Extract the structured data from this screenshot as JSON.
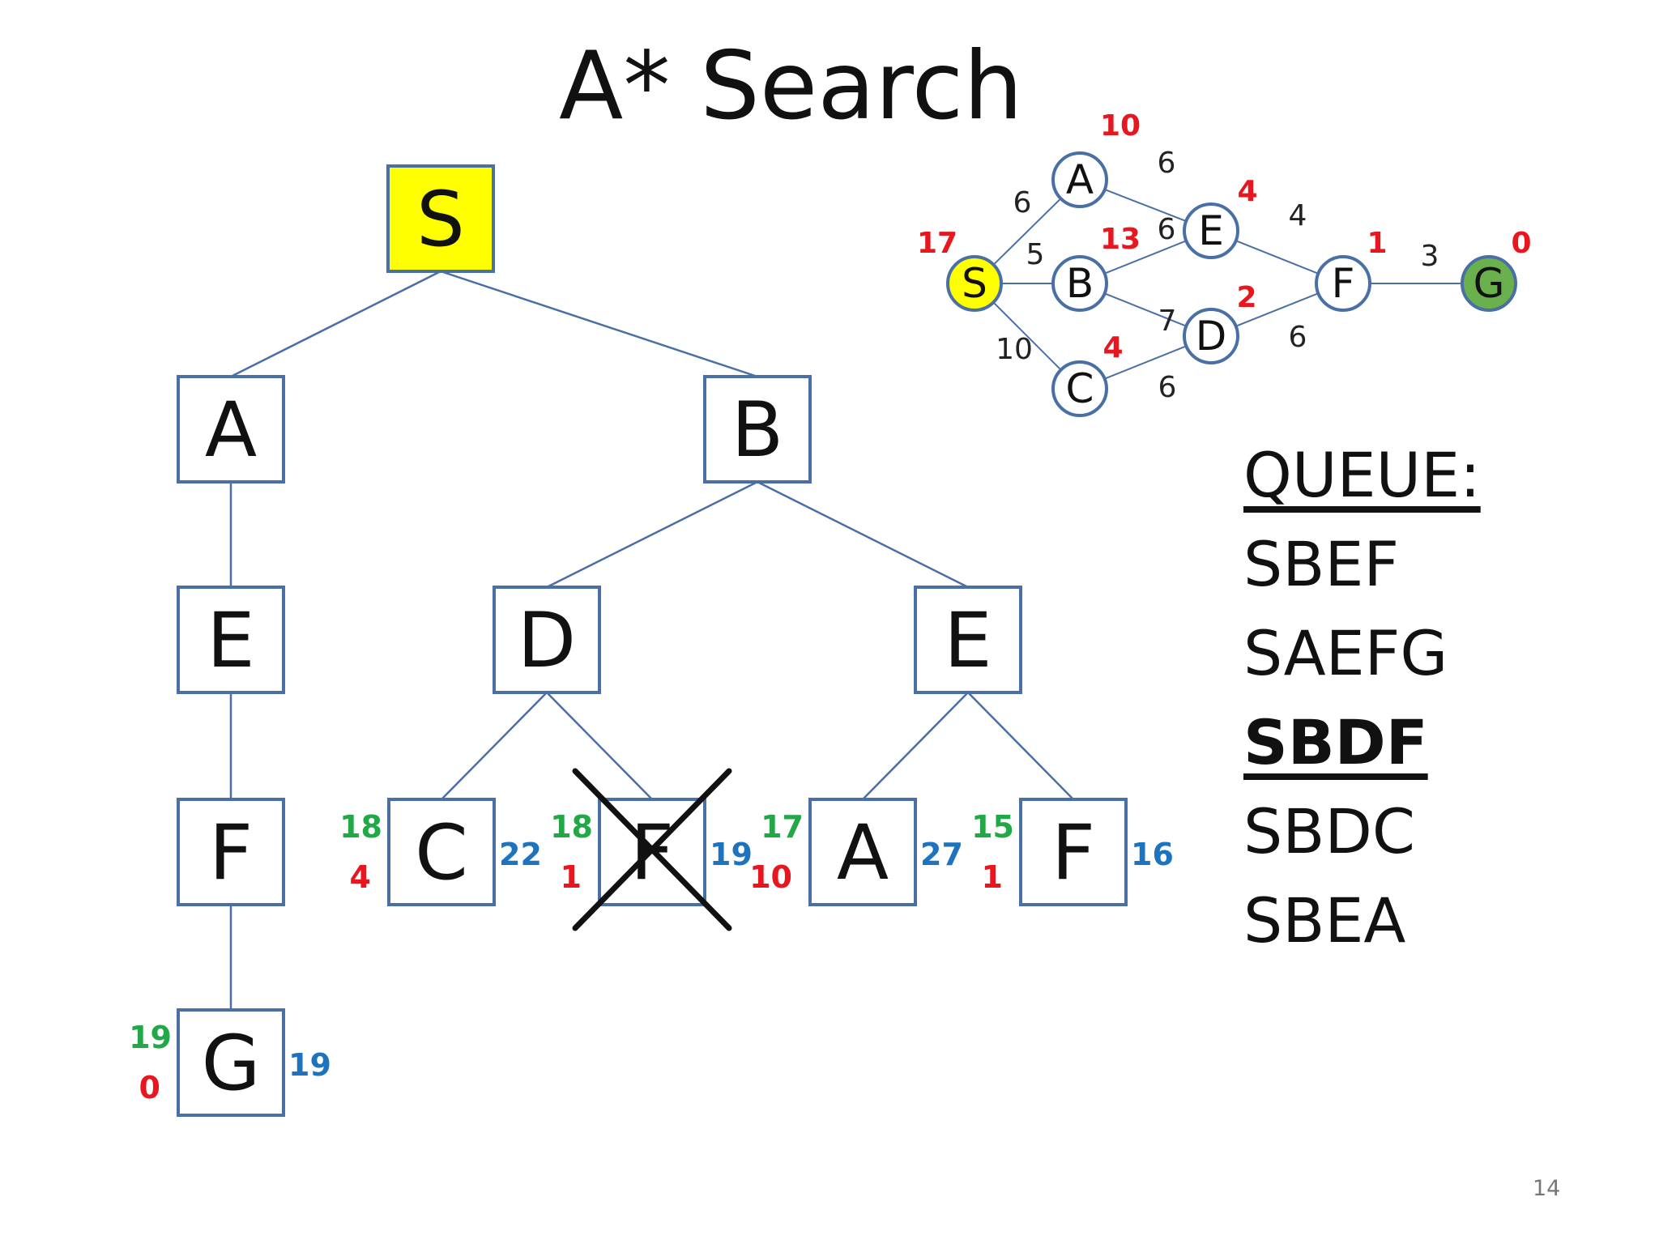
{
  "title": "A* Search",
  "page_number": "14",
  "colors": {
    "node_border": "#4a6fa5",
    "edge": "#4a6fa5",
    "start_fill": "#ffff00",
    "goal_fill": "#6ab04c",
    "heuristic": "#e8161e",
    "path_cost": "#1e73be",
    "f_value": "#22a846",
    "cross": "#111111"
  },
  "graph": {
    "nodes": [
      {
        "id": "S",
        "heuristic": "17"
      },
      {
        "id": "A",
        "heuristic": "10"
      },
      {
        "id": "B",
        "heuristic": "13"
      },
      {
        "id": "C",
        "heuristic": "4"
      },
      {
        "id": "D",
        "heuristic": "2"
      },
      {
        "id": "E",
        "heuristic": "4"
      },
      {
        "id": "F",
        "heuristic": "1"
      },
      {
        "id": "G",
        "heuristic": "0"
      }
    ],
    "edges": [
      {
        "from": "S",
        "to": "A",
        "cost": "6"
      },
      {
        "from": "S",
        "to": "B",
        "cost": "5"
      },
      {
        "from": "S",
        "to": "C",
        "cost": "10"
      },
      {
        "from": "A",
        "to": "E",
        "cost": "6"
      },
      {
        "from": "B",
        "to": "E",
        "cost": "6"
      },
      {
        "from": "B",
        "to": "D",
        "cost": "7"
      },
      {
        "from": "C",
        "to": "D",
        "cost": "6"
      },
      {
        "from": "E",
        "to": "F",
        "cost": "4"
      },
      {
        "from": "D",
        "to": "F",
        "cost": "6"
      },
      {
        "from": "F",
        "to": "G",
        "cost": "3"
      }
    ]
  },
  "tree": {
    "nodes": [
      {
        "id": "S",
        "label": "S",
        "highlight": true
      },
      {
        "id": "A1",
        "label": "A"
      },
      {
        "id": "B1",
        "label": "B"
      },
      {
        "id": "E1",
        "label": "E"
      },
      {
        "id": "F1",
        "label": "F"
      },
      {
        "id": "G1",
        "label": "G",
        "left_top": "19",
        "left_bottom": "0",
        "right": "19"
      },
      {
        "id": "D1",
        "label": "D"
      },
      {
        "id": "E2",
        "label": "E"
      },
      {
        "id": "C1",
        "label": "C",
        "left_top": "18",
        "left_bottom": "4",
        "right": "22"
      },
      {
        "id": "F2",
        "label": "F",
        "left_top": "18",
        "left_bottom": "1",
        "right": "19",
        "crossed": true
      },
      {
        "id": "A2",
        "label": "A",
        "left_top": "17",
        "left_bottom": "10",
        "right": "27"
      },
      {
        "id": "F3",
        "label": "F",
        "left_top": "15",
        "left_bottom": "1",
        "right": "16"
      }
    ],
    "edges": [
      [
        "S",
        "A1"
      ],
      [
        "S",
        "B1"
      ],
      [
        "A1",
        "E1"
      ],
      [
        "E1",
        "F1"
      ],
      [
        "F1",
        "G1"
      ],
      [
        "B1",
        "D1"
      ],
      [
        "B1",
        "E2"
      ],
      [
        "D1",
        "C1"
      ],
      [
        "D1",
        "F2"
      ],
      [
        "E2",
        "A2"
      ],
      [
        "E2",
        "F3"
      ]
    ]
  },
  "queue": {
    "heading": "QUEUE:",
    "items": [
      {
        "text": "SBEF",
        "current": false
      },
      {
        "text": "SAEFG",
        "current": false
      },
      {
        "text": "SBDF",
        "current": true
      },
      {
        "text": "SBDC",
        "current": false
      },
      {
        "text": "SBEA",
        "current": false
      }
    ]
  }
}
